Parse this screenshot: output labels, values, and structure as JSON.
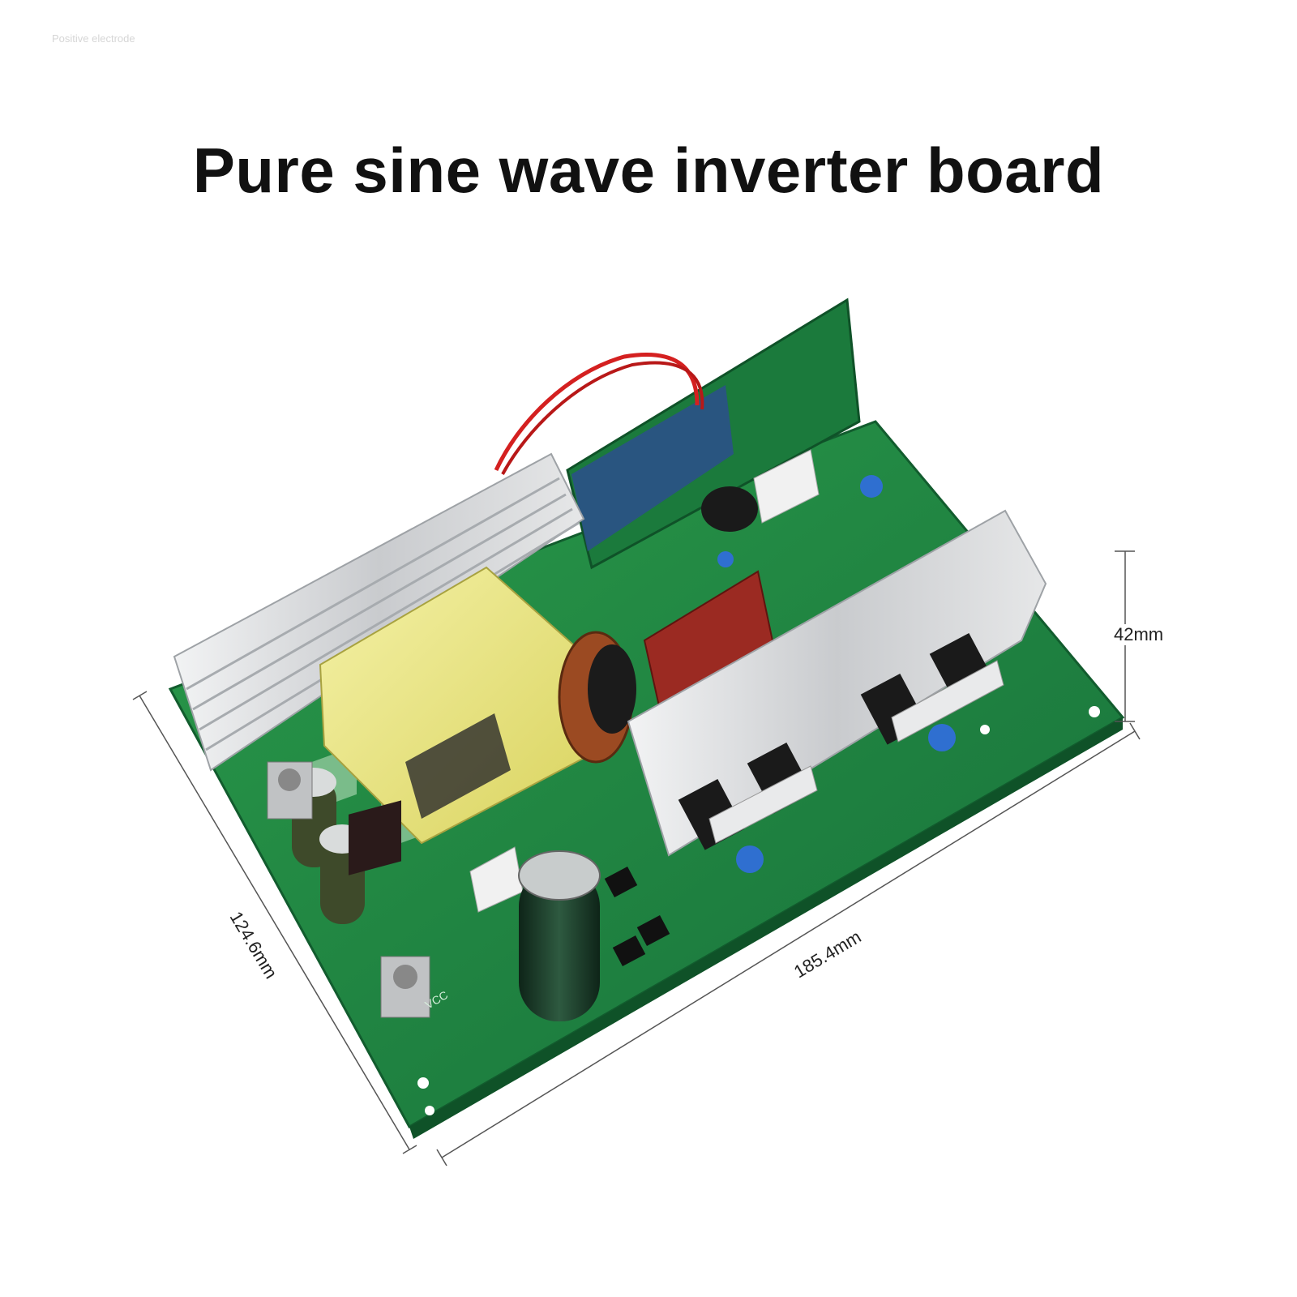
{
  "top_caption": "Positive electrode",
  "title": "Pure sine wave inverter board",
  "dimensions": {
    "width": "185.4mm",
    "depth": "124.6mm",
    "height": "42mm"
  },
  "silkscreen": {
    "vcc": "VCC"
  },
  "colors": {
    "pcb": "#1f8a3e",
    "heatsink": "#d6d8da",
    "transformer": "#e6e27a",
    "capacitor": "#1c3a2a"
  }
}
